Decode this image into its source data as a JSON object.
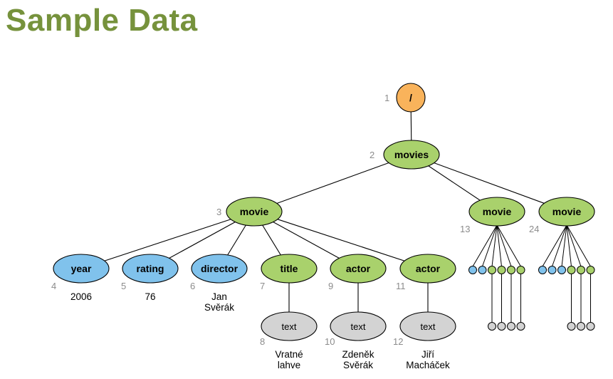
{
  "title": "Sample Data",
  "colors": {
    "title": "#76923c",
    "root_fill": "#f9b35b",
    "element_fill": "#a9d16c",
    "attribute_fill": "#80c2ec",
    "text_fill": "#d3d3d3",
    "stroke": "#000000",
    "number": "#8c8c8c"
  },
  "nodes": [
    {
      "id": "n1",
      "num": "1",
      "label": "/",
      "kind": "root"
    },
    {
      "id": "n2",
      "num": "2",
      "label": "movies",
      "kind": "element"
    },
    {
      "id": "n3",
      "num": "3",
      "label": "movie",
      "kind": "element"
    },
    {
      "id": "n13",
      "num": "13",
      "label": "movie",
      "kind": "element"
    },
    {
      "id": "n24",
      "num": "24",
      "label": "movie",
      "kind": "element"
    },
    {
      "id": "n4",
      "num": "4",
      "label": "year",
      "kind": "attribute",
      "value": [
        "2006"
      ]
    },
    {
      "id": "n5",
      "num": "5",
      "label": "rating",
      "kind": "attribute",
      "value": [
        "76"
      ]
    },
    {
      "id": "n6",
      "num": "6",
      "label": "director",
      "kind": "attribute",
      "value": [
        "Jan",
        "Svěrák"
      ]
    },
    {
      "id": "n7",
      "num": "7",
      "label": "title",
      "kind": "element"
    },
    {
      "id": "n9",
      "num": "9",
      "label": "actor",
      "kind": "element"
    },
    {
      "id": "n11",
      "num": "11",
      "label": "actor",
      "kind": "element"
    },
    {
      "id": "n8",
      "num": "8",
      "label": "text",
      "kind": "text",
      "value": [
        "Vratné",
        "lahve"
      ]
    },
    {
      "id": "n10",
      "num": "10",
      "label": "text",
      "kind": "text",
      "value": [
        "Zdeněk",
        "Svěrák"
      ]
    },
    {
      "id": "n12",
      "num": "12",
      "label": "text",
      "kind": "text",
      "value": [
        "Jiří",
        "Macháček"
      ]
    }
  ],
  "edges": [
    [
      "n1",
      "n2"
    ],
    [
      "n2",
      "n3"
    ],
    [
      "n2",
      "n13"
    ],
    [
      "n2",
      "n24"
    ],
    [
      "n3",
      "n4"
    ],
    [
      "n3",
      "n5"
    ],
    [
      "n3",
      "n6"
    ],
    [
      "n3",
      "n7"
    ],
    [
      "n3",
      "n9"
    ],
    [
      "n3",
      "n11"
    ],
    [
      "n7",
      "n8"
    ],
    [
      "n9",
      "n10"
    ],
    [
      "n11",
      "n12"
    ]
  ],
  "collapsed_subtrees": [
    {
      "parent": "n13",
      "children": [
        "attribute",
        "attribute",
        "element",
        "element",
        "element",
        "element"
      ],
      "leaves": [
        2,
        3,
        4,
        5
      ]
    },
    {
      "parent": "n24",
      "children": [
        "attribute",
        "attribute",
        "attribute",
        "element",
        "element",
        "element"
      ],
      "leaves": [
        3,
        4,
        5
      ]
    }
  ]
}
